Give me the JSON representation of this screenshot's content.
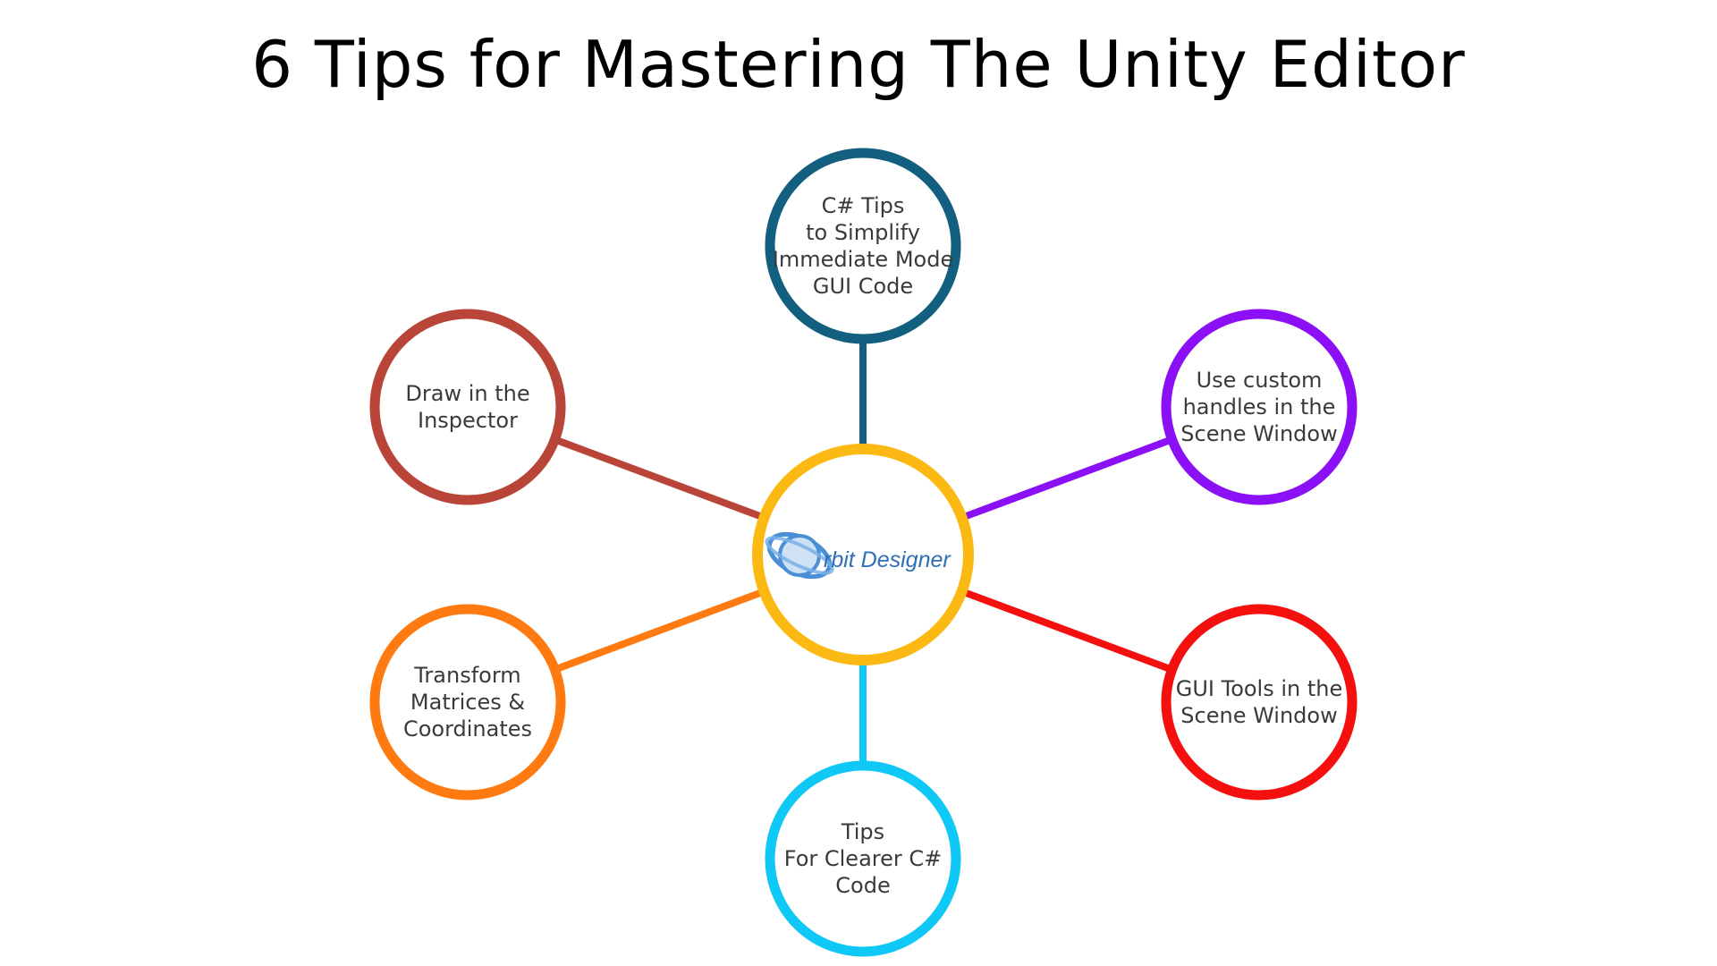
{
  "title": "6 Tips for Mastering The Unity Editor",
  "center": {
    "logo_text": "rbit Designer",
    "ring_color": "#FDB913",
    "logo_icon": "orbit-planet-icon"
  },
  "nodes": [
    {
      "id": "top",
      "lines": [
        "C# Tips",
        "to Simplify",
        "Immediate Mode",
        "GUI Code"
      ],
      "color": "#135F80"
    },
    {
      "id": "upper-right",
      "lines": [
        "Use custom",
        "handles in the",
        "Scene Window"
      ],
      "color": "#8B10F5"
    },
    {
      "id": "lower-right",
      "lines": [
        "GUI Tools in the",
        "Scene Window"
      ],
      "color": "#F51010"
    },
    {
      "id": "bottom",
      "lines": [
        "Tips",
        "For Clearer C#",
        "Code"
      ],
      "color": "#10C8F5"
    },
    {
      "id": "lower-left",
      "lines": [
        "Transform",
        "Matrices &",
        "Coordinates"
      ],
      "color": "#FF7A10"
    },
    {
      "id": "upper-left",
      "lines": [
        "Draw in the",
        "Inspector"
      ],
      "color": "#B84538"
    }
  ]
}
